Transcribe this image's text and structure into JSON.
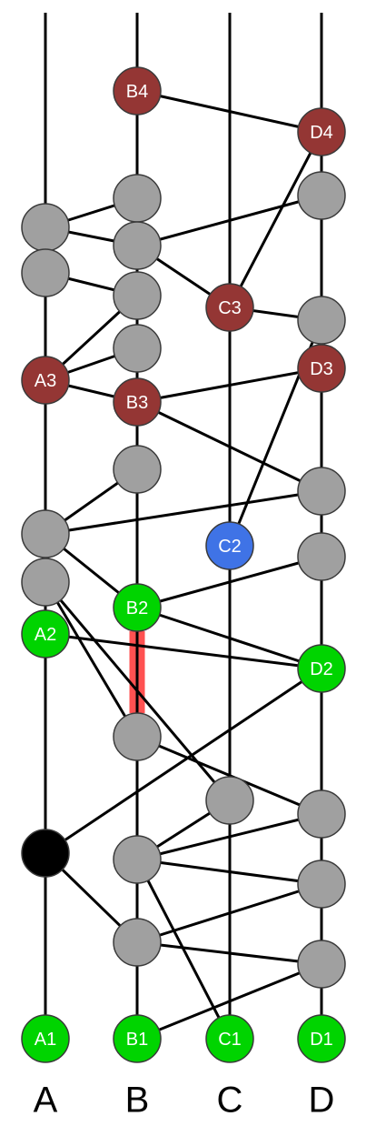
{
  "colors": {
    "line": "#000000",
    "gray": "#a0a0a0",
    "maroon": "#943634",
    "blue": "#3f73e6",
    "green": "#00d400",
    "black": "#000000",
    "highlight": "#ff3333"
  },
  "lanes": [
    {
      "id": "A",
      "label": "A"
    },
    {
      "id": "B",
      "label": "B"
    },
    {
      "id": "C",
      "label": "C"
    },
    {
      "id": "D",
      "label": "D"
    }
  ],
  "nodes": [
    {
      "id": "B4",
      "label": "B4",
      "lane": "B",
      "color": "maroon"
    },
    {
      "id": "D4",
      "label": "D4",
      "lane": "D",
      "color": "maroon"
    },
    {
      "id": "g1",
      "label": "",
      "lane": "B",
      "color": "gray"
    },
    {
      "id": "g2",
      "label": "",
      "lane": "D",
      "color": "gray"
    },
    {
      "id": "g3",
      "label": "",
      "lane": "A",
      "color": "gray"
    },
    {
      "id": "g4",
      "label": "",
      "lane": "B",
      "color": "gray"
    },
    {
      "id": "g5",
      "label": "",
      "lane": "A",
      "color": "gray"
    },
    {
      "id": "g6",
      "label": "",
      "lane": "B",
      "color": "gray"
    },
    {
      "id": "C3",
      "label": "C3",
      "lane": "C",
      "color": "maroon"
    },
    {
      "id": "g7",
      "label": "",
      "lane": "D",
      "color": "gray"
    },
    {
      "id": "g8",
      "label": "",
      "lane": "B",
      "color": "gray"
    },
    {
      "id": "D3",
      "label": "D3",
      "lane": "D",
      "color": "maroon"
    },
    {
      "id": "A3",
      "label": "A3",
      "lane": "A",
      "color": "maroon"
    },
    {
      "id": "B3",
      "label": "B3",
      "lane": "B",
      "color": "maroon"
    },
    {
      "id": "g9",
      "label": "",
      "lane": "B",
      "color": "gray"
    },
    {
      "id": "g10",
      "label": "",
      "lane": "D",
      "color": "gray"
    },
    {
      "id": "g11",
      "label": "",
      "lane": "A",
      "color": "gray"
    },
    {
      "id": "C2",
      "label": "C2",
      "lane": "C",
      "color": "blue"
    },
    {
      "id": "g12",
      "label": "",
      "lane": "D",
      "color": "gray"
    },
    {
      "id": "g13",
      "label": "",
      "lane": "A",
      "color": "gray"
    },
    {
      "id": "B2",
      "label": "B2",
      "lane": "B",
      "color": "green"
    },
    {
      "id": "A2",
      "label": "A2",
      "lane": "A",
      "color": "green"
    },
    {
      "id": "D2",
      "label": "D2",
      "lane": "D",
      "color": "green"
    },
    {
      "id": "g14",
      "label": "",
      "lane": "B",
      "color": "gray"
    },
    {
      "id": "g15",
      "label": "",
      "lane": "C",
      "color": "gray"
    },
    {
      "id": "g16",
      "label": "",
      "lane": "D",
      "color": "gray"
    },
    {
      "id": "blk",
      "label": "",
      "lane": "A",
      "color": "black"
    },
    {
      "id": "g17",
      "label": "",
      "lane": "B",
      "color": "gray"
    },
    {
      "id": "g18",
      "label": "",
      "lane": "D",
      "color": "gray"
    },
    {
      "id": "g19",
      "label": "",
      "lane": "B",
      "color": "gray"
    },
    {
      "id": "g20",
      "label": "",
      "lane": "D",
      "color": "gray"
    },
    {
      "id": "A1",
      "label": "A1",
      "lane": "A",
      "color": "green"
    },
    {
      "id": "B1",
      "label": "B1",
      "lane": "B",
      "color": "green"
    },
    {
      "id": "C1",
      "label": "C1",
      "lane": "C",
      "color": "green"
    },
    {
      "id": "D1",
      "label": "D1",
      "lane": "D",
      "color": "green"
    }
  ],
  "edges": [
    [
      "B4",
      "D4"
    ],
    [
      "D4",
      "C3"
    ],
    [
      "g3",
      "g1"
    ],
    [
      "g3",
      "g4"
    ],
    [
      "g4",
      "g2"
    ],
    [
      "g4",
      "C3"
    ],
    [
      "g5",
      "g6"
    ],
    [
      "C3",
      "g7"
    ],
    [
      "A3",
      "g6"
    ],
    [
      "A3",
      "g8"
    ],
    [
      "A3",
      "B3"
    ],
    [
      "B3",
      "D3"
    ],
    [
      "B3",
      "g10"
    ],
    [
      "g7",
      "C2"
    ],
    [
      "g11",
      "g9"
    ],
    [
      "g11",
      "g10"
    ],
    [
      "g11",
      "B2"
    ],
    [
      "g13",
      "g14"
    ],
    [
      "g13",
      "g15"
    ],
    [
      "B2",
      "g12"
    ],
    [
      "B2",
      "D2"
    ],
    [
      "A2",
      "D2"
    ],
    [
      "D2",
      "blk"
    ],
    [
      "g14",
      "g16"
    ],
    [
      "g17",
      "g15"
    ],
    [
      "g17",
      "g16"
    ],
    [
      "g17",
      "g18"
    ],
    [
      "g17",
      "C1"
    ],
    [
      "blk",
      "g19"
    ],
    [
      "g19",
      "g18"
    ],
    [
      "g19",
      "g20"
    ],
    [
      "B1",
      "g20"
    ]
  ],
  "highlights": [
    {
      "lane": "B",
      "from": "B2",
      "to": "g14"
    }
  ]
}
